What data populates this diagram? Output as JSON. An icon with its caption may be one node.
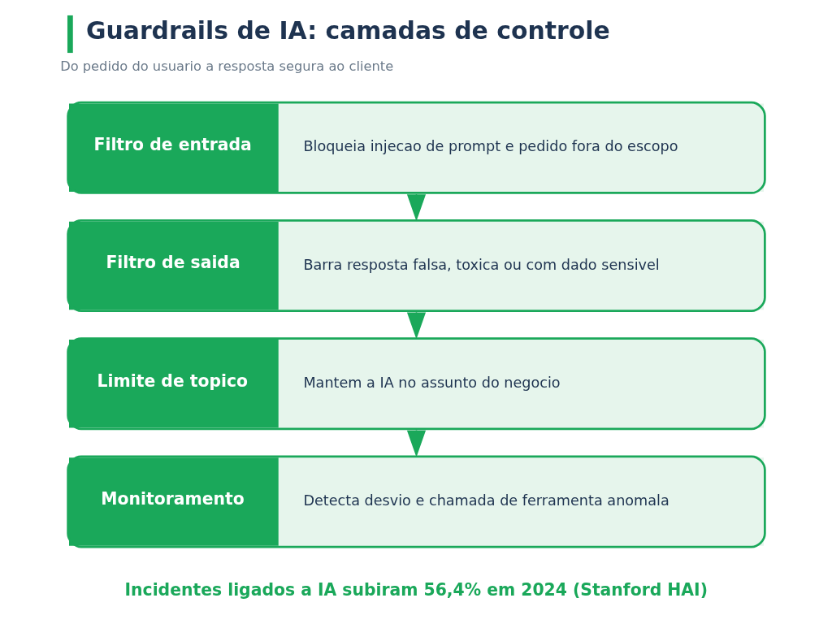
{
  "diagram": {
    "title": "Guardrails de IA: camadas de controle",
    "caption": "Incidentes ligados a IA subiram 56,4% em 2024 (Stanford HAI)",
    "nodes": [
      {
        "text": [
          "Filtro de entrada",
          "Bloqueia injecao de prompt e pedido fora do escopo"
        ]
      },
      {
        "text": [
          "Filtro de saida",
          "Barra resposta falsa, toxica ou com dado sensivel"
        ]
      },
      {
        "text": [
          "Limite de topico",
          "Mantem a IA no assunto do negocio"
        ]
      },
      {
        "text": [
          "Monitoramento",
          "Detecta desvio e chamada de ferramenta anomala"
        ]
      }
    ],
    "edges": [
      {
        "from": 0,
        "to": 1,
        "arrow": "to"
      },
      {
        "from": 1,
        "to": 2,
        "arrow": "to"
      },
      {
        "from": 2,
        "to": 3,
        "arrow": "to"
      }
    ],
    "labels": [
      "Do pedido do usuario a resposta segura ao cliente"
    ]
  }
}
